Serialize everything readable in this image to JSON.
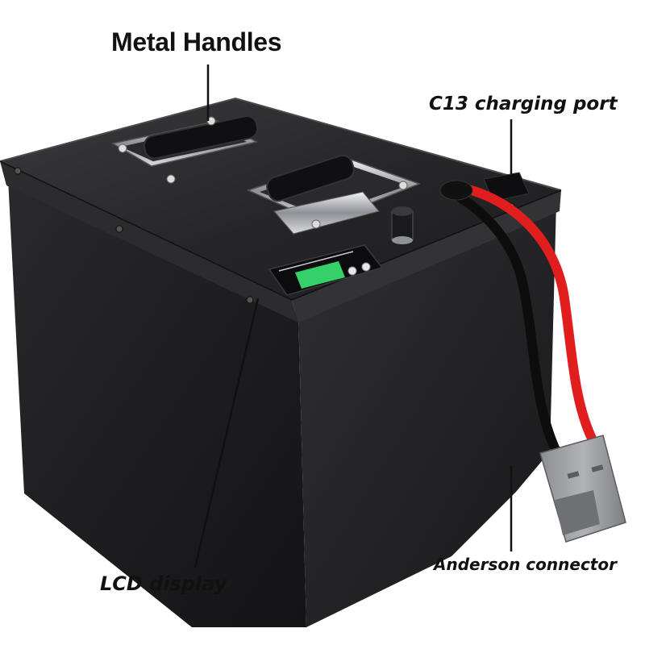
{
  "labels": {
    "metal_handles": "Metal Handles",
    "charging_port": "C13 charging port",
    "lcd_display": "LCD display",
    "anderson_connector": "Anderson connector"
  },
  "colors": {
    "body_dark": "#1c1c1e",
    "lid": "#232325",
    "lcd_green": "#35d06a",
    "cable_red": "#e01e1e",
    "cable_black": "#0d0d0d",
    "connector_gray": "#9a9ca0",
    "chrome": "#c8cbd0"
  }
}
